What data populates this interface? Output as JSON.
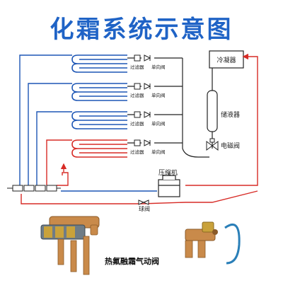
{
  "title": "化霜系统示意图",
  "labels": {
    "condenser": "冷凝器",
    "receiver": "储液器",
    "solenoid_valve": "电磁阀",
    "compressor": "压缩机",
    "ball_valve": "球阀",
    "filter": "过滤器",
    "check_valve": "单向阀",
    "product_caption": "热氟融霜气动阀"
  },
  "colors": {
    "cold_line": "#1d56b5",
    "hot_line": "#d72b26",
    "title": "#1f63c6",
    "black_line": "#222222"
  }
}
